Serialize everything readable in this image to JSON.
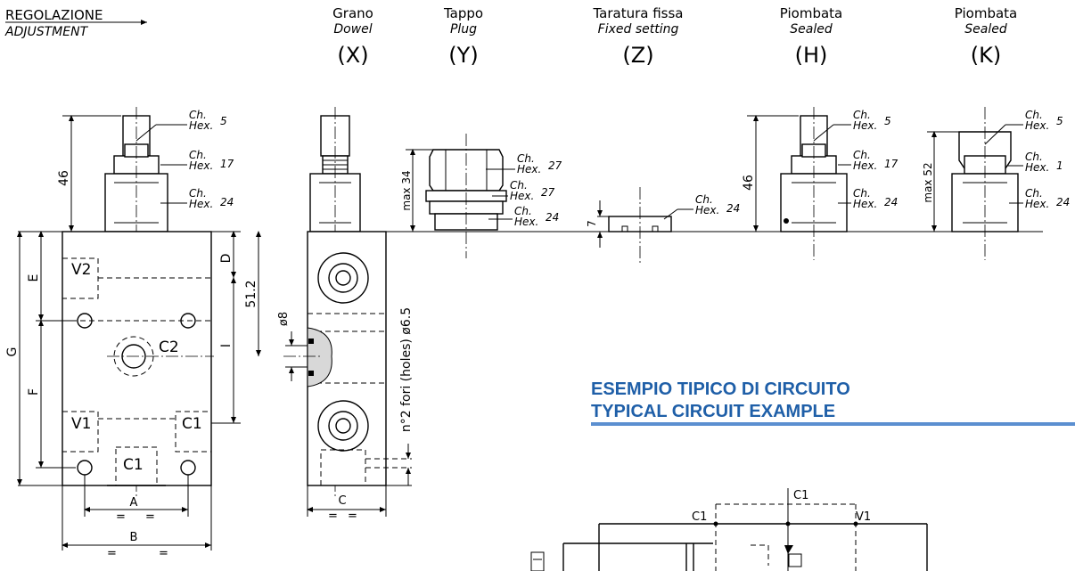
{
  "adjustment": {
    "it": "REGOLAZIONE",
    "en": "ADJUSTMENT"
  },
  "variants": [
    {
      "it": "Grano",
      "en": "Dowel",
      "code": "(X)"
    },
    {
      "it": "Tappo",
      "en": "Plug",
      "code": "(Y)"
    },
    {
      "it": "Taratura fissa",
      "en": "Fixed setting",
      "code": "(Z)"
    },
    {
      "it": "Piombata",
      "en": "Sealed",
      "code": "(H)"
    },
    {
      "it": "Piombata",
      "en": "Sealed",
      "code": "(K)"
    }
  ],
  "hex": {
    "ch": "Ch.",
    "hex": "Hex."
  },
  "hex_sizes": {
    "x_top": "5",
    "x_mid": "17",
    "x_low": "24",
    "y_top": "27",
    "y_mid": "27",
    "y_low": "24",
    "z": "24",
    "h_top": "5",
    "h_mid": "17",
    "h_low": "24",
    "k_top": "5",
    "k_mid": "1",
    "k_low": "24"
  },
  "dims": {
    "h46": "46",
    "max34": "max 34",
    "h7": "7",
    "h46b": "46",
    "max52": "max 52",
    "E": "E",
    "F": "F",
    "G": "G",
    "D": "D",
    "I": "I",
    "d512": "51.2",
    "A": "A",
    "B": "B",
    "C": "C",
    "phi8": "ø8",
    "holes": "n°2 fori (holes) ø6.5",
    "eq": "="
  },
  "ports": {
    "v2": "V2",
    "v1": "V1",
    "c2": "C2",
    "c1a": "C1",
    "c1b": "C1"
  },
  "circuit": {
    "title_it": "ESEMPIO TIPICO DI CIRCUITO",
    "title_en": "TYPICAL CIRCUIT EXAMPLE",
    "c1_top": "C1",
    "c1_left": "C1",
    "v1": "V1"
  },
  "colors": {
    "accent": "#1f5fa8",
    "rule": "#5b8fd0"
  }
}
